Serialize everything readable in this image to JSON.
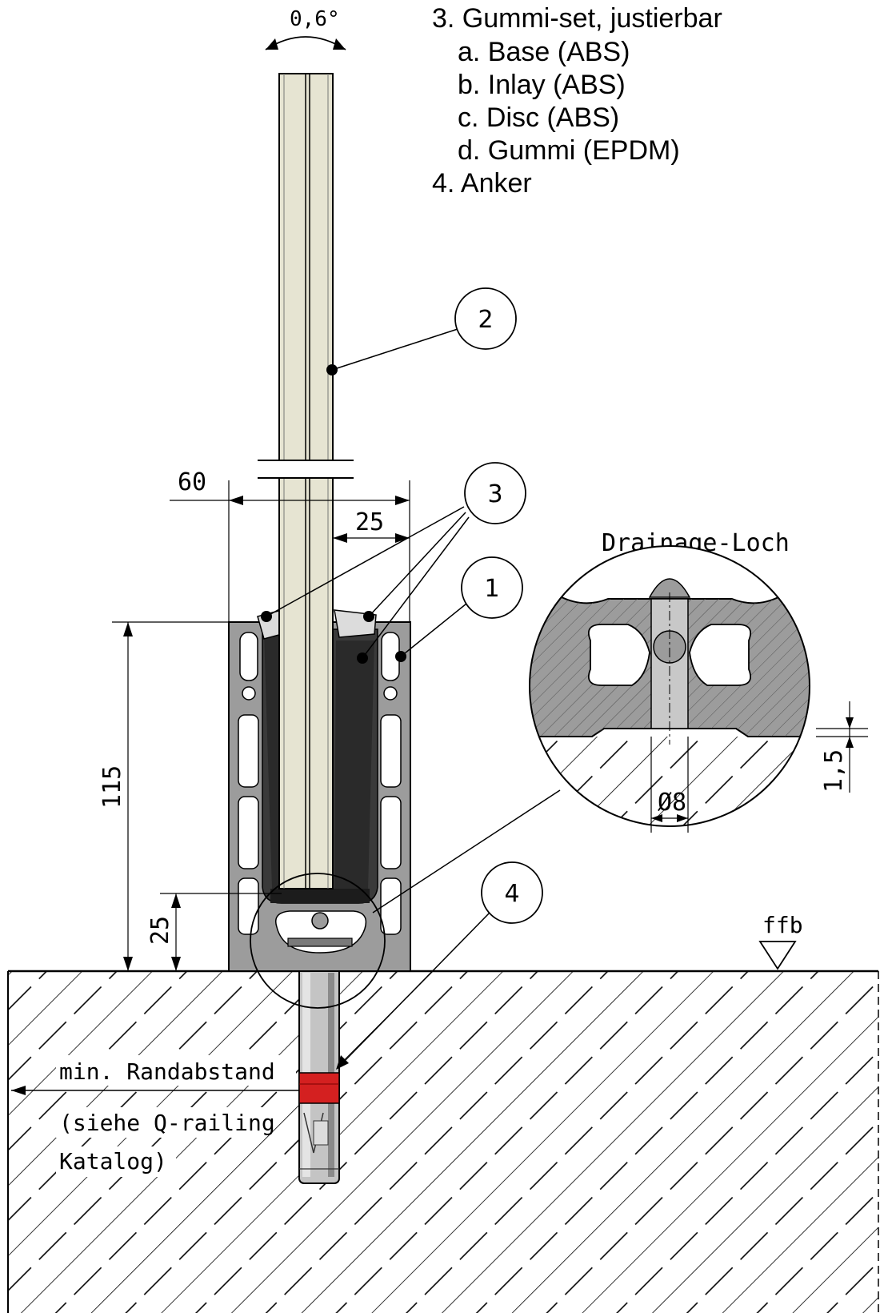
{
  "legend": {
    "item3": "3. Gummi-set, justierbar",
    "item3a": "a. Base (ABS)",
    "item3b": "b. Inlay (ABS)",
    "item3c": "c. Disc (ABS)",
    "item3d": "d. Gummi (EPDM)",
    "item4": "4. Anker"
  },
  "angle_label": "0,6°",
  "callouts": {
    "c1": "1",
    "c2": "2",
    "c3": "3",
    "c4": "4"
  },
  "dimensions": {
    "width_total": "60",
    "offset_right": "25",
    "height_total": "115",
    "height_base": "25",
    "hole_diameter": "Ø8",
    "recess_depth": "1,5"
  },
  "detail_title": "Drainage-Loch",
  "floor_label": "ffb",
  "edge_note": {
    "line1": "min. Randabstand",
    "line2": "(siehe Q-railing",
    "line3": "Katalog)"
  },
  "colors": {
    "profile_grey": "#9c9c9c",
    "glass_cream": "#e6e4d2",
    "rubber_black": "#2a2a2a",
    "anchor_red": "#d42020",
    "anchor_grey": "#c4c4c4"
  }
}
